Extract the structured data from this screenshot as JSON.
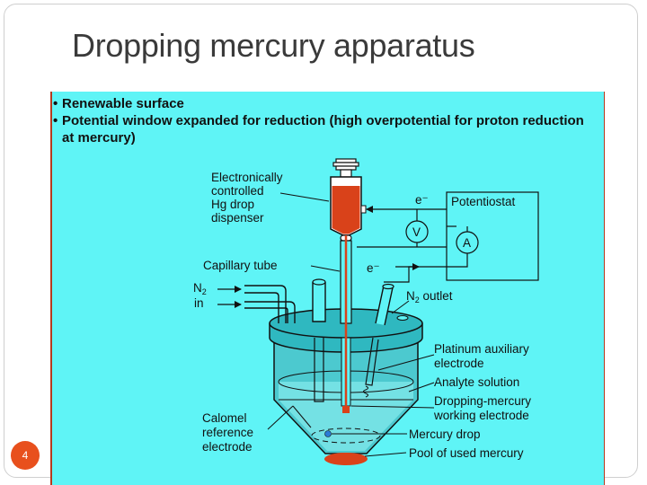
{
  "slide": {
    "title": "Dropping mercury apparatus",
    "page_number": "4",
    "bullets": [
      "Renewable surface",
      "Potential window expanded for reduction (high overpotential for proton reduction at mercury)"
    ]
  },
  "diagram": {
    "labels": {
      "dispenser": [
        "Electronically",
        "controlled",
        "Hg drop",
        "dispenser"
      ],
      "potentiostat": "Potentiostat",
      "voltmeter": "V",
      "ammeter": "A",
      "electron_top": "e⁻",
      "electron_mid": "e⁻",
      "capillary": "Capillary tube",
      "n2_in_1": "N",
      "n2_in_sub": "2",
      "n2_in_2": "in",
      "n2_out": "N",
      "n2_out_sub": "2",
      "n2_out_2": " outlet",
      "platinum": [
        "Platinum auxiliary",
        "electrode"
      ],
      "analyte": "Analyte solution",
      "dme": [
        "Dropping-mercury",
        "working electrode"
      ],
      "calomel": [
        "Calomel",
        "reference",
        "electrode"
      ],
      "mercury_drop": "Mercury drop",
      "pool": "Pool of used mercury"
    },
    "colors": {
      "panel_background": "#5ff4f6",
      "mercury": "#d9421a",
      "lid": "#2fb8c0",
      "vessel": "#4cc9cf",
      "solution": "#74e1e4"
    }
  }
}
